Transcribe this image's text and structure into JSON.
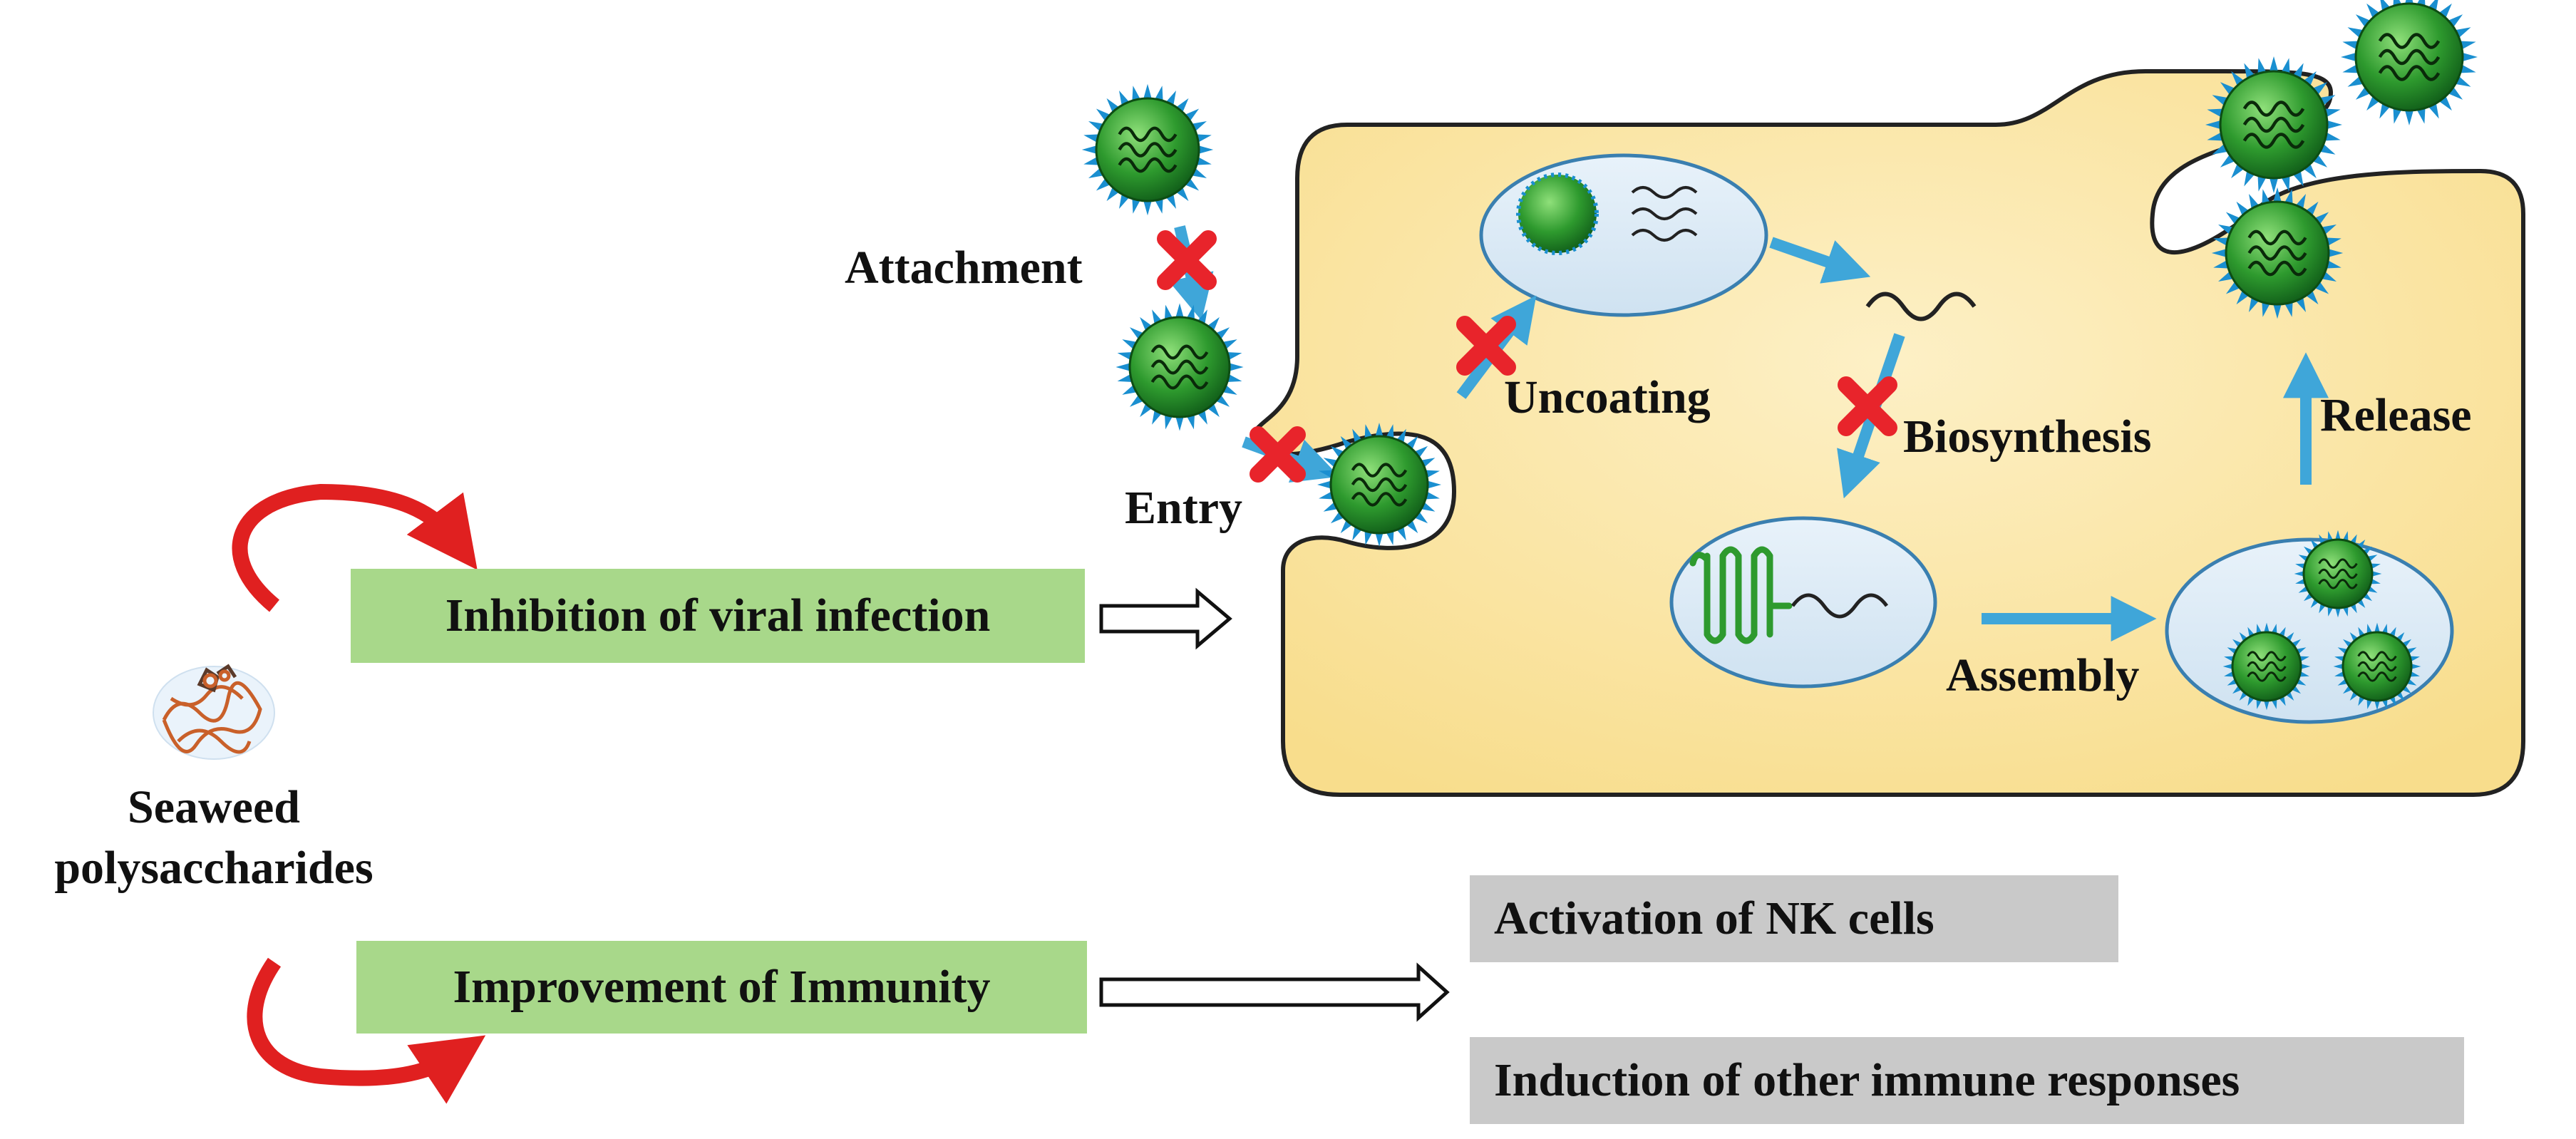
{
  "source": {
    "label_line1": "Seaweed",
    "label_line2": "polysaccharides",
    "icon": "polysaccharide-molecule-icon"
  },
  "strategies": {
    "inhibition": "Inhibition of viral infection",
    "immunity": "Improvement of Immunity"
  },
  "immune_outcomes": [
    "Activation of NK cells",
    "Induction of other immune responses"
  ],
  "lifecycle": {
    "attachment": "Attachment",
    "entry": "Entry",
    "uncoating": "Uncoating",
    "biosynthesis": "Biosynthesis",
    "assembly": "Assembly",
    "release": "Release"
  },
  "blocked_steps": [
    "attachment",
    "entry",
    "uncoating",
    "biosynthesis"
  ],
  "colors": {
    "cell_fill": "#fbe9b5",
    "cell_stroke": "#222222",
    "vesicle_fill": "#dbeaf5",
    "vesicle_stroke": "#3a7fb0",
    "virus": "#2e9a2e",
    "spike": "#1a8fd0",
    "step_arrow": "#3fa6d9",
    "block_mark": "#e8242b",
    "loop_arrow": "#e02020",
    "green_box": "#a8d88a",
    "gray_box": "#c9c9c9"
  }
}
